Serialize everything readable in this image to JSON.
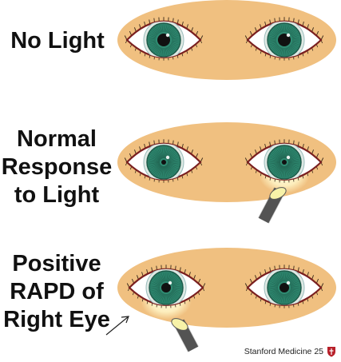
{
  "labels": {
    "row1": [
      "No Light"
    ],
    "row2": [
      "Normal",
      "Response",
      "to Light"
    ],
    "row3": [
      "Positive",
      "RAPD of",
      "Right Eye"
    ]
  },
  "footer": {
    "text": "Stanford Medicine 25"
  },
  "colors": {
    "face": "#f0c080",
    "iris": "#2f8b72",
    "iris_dark": "#1e5a49",
    "pupil": "#111111",
    "lid": "#7a1f1f",
    "flashlight_body": "#5e5e5e",
    "flashlight_lens": "#f7f2a8",
    "glow": "#fff6c8",
    "crest": "#b8202a"
  },
  "rows": [
    {
      "light": "none",
      "pupils": [
        "normal",
        "normal"
      ]
    },
    {
      "light": "left_eye",
      "pupils": [
        "constricted",
        "constricted"
      ]
    },
    {
      "light": "right_eye",
      "pupils": [
        "partially_dilated",
        "partially_dilated"
      ]
    }
  ],
  "icons": {
    "pointer": "arrow-icon",
    "crest": "stanford-crest-icon"
  }
}
